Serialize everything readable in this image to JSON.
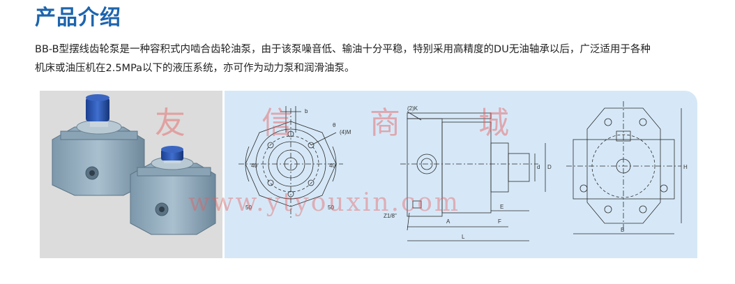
{
  "section": {
    "title": "产品介绍",
    "description_line1": "BB-B型摆线齿轮泵是一种容积式内啮合齿轮油泵，由于该泵噪音低、输油十分平稳，特别采用高精度的DU无油轴承以后，广泛适用于各种",
    "description_line2": "机床或油压机在2.5MPa以下的液压系统，亦可作为动力泵和润滑油泵。"
  },
  "watermark": {
    "chars": [
      "友",
      "信",
      "商",
      "城"
    ],
    "url": "www.ytyouxin.com"
  },
  "drawing": {
    "front_labels": {
      "b": "b",
      "theta": "θ",
      "m": "(4)M",
      "d40_left": "40",
      "d40_right": "40",
      "d50_left": "50",
      "d50_right": "50"
    },
    "side_labels": {
      "k": "(2)K",
      "thread": "Z1/8\"",
      "a": "A",
      "l": "L",
      "f": "F",
      "e": "E",
      "d_small": "d",
      "d_large": "D"
    },
    "rear_labels": {
      "b": "B",
      "h": "H"
    }
  },
  "colors": {
    "title": "#1d64ad",
    "panel_blue": "#d6e8f7",
    "panel_gray": "#dcdcdc",
    "watermark": "#e85a5a"
  }
}
